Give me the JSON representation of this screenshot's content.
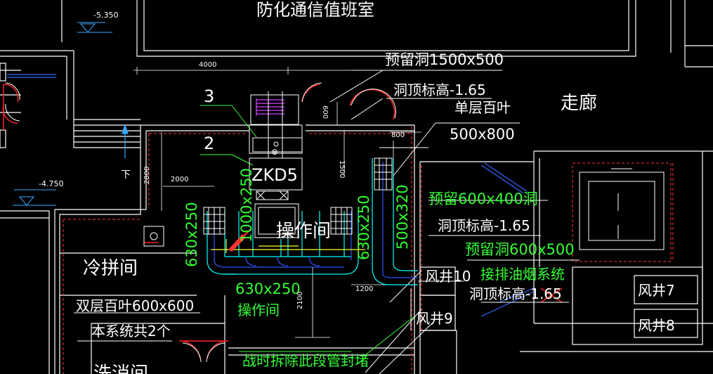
{
  "labels": {
    "room_top": "防化通信值班室",
    "elev_top": "-5.350",
    "dim_4000": "4000",
    "reserve_hole_1": "预留洞1500x500",
    "hole_top_elev_1": "洞顶标高-1.65",
    "leader_3": "3",
    "leader_2": "2",
    "single_louver": "单层百叶",
    "louver_size": "500x800",
    "corridor": "走廊",
    "dim_800": "800",
    "dim_1500": "1500",
    "dim_600": "600",
    "equip_tag": "ZKD5",
    "down": "下",
    "dim_2000": "2000",
    "dim_2800": "2800",
    "elev_mid": "-4.750",
    "reserve_hole_2": "预留600x400洞",
    "hole_top_elev_2": "洞顶标高-1.65",
    "reserve_hole_3": "预留洞600x500",
    "duct_630x250_left": "630x250",
    "duct_1000x250": "1000x250",
    "duct_630x250_right": "630x250",
    "duct_500x320": "500x320",
    "room_operation": "操作间",
    "cold_room": "冷拼间",
    "shaft_10": "风井10",
    "oil_fume": "接排油烟系统",
    "hole_top_elev_3": "洞顶标高-1.65",
    "shaft_7": "风井7",
    "duct_630x250_bottom": "630x250",
    "dim_1200": "1200",
    "double_louver": "双层百叶600x600",
    "operation_green": "操作间",
    "dim_2100": "2100",
    "shaft_9": "风井9",
    "shaft_8": "风井8",
    "system_count": "本系统共2个",
    "wartime_note": "战时拆除此段管封堵",
    "wash_room": "洗消间"
  }
}
